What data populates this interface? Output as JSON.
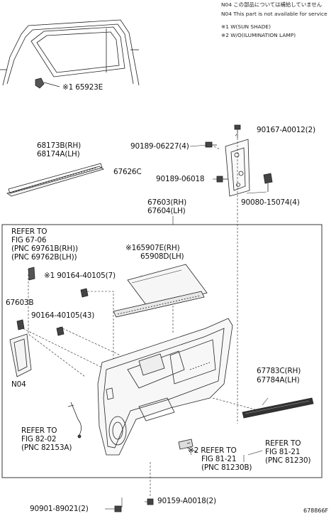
{
  "notes": {
    "line1": "N04 この部品については補給していません",
    "line2": "N04 This part is not available for service",
    "line3": "※1 W(SUN SHADE)",
    "line4": "※2 W/O(ILUMINATION LAMP)"
  },
  "labels": {
    "p65923E": "※1 65923E",
    "p68173B": "68173B(RH)",
    "p68174A": "68174A(LH)",
    "p90167": "90167-A0012(2)",
    "p90189_06227": "90189-06227(4)",
    "p67626C": "67626C",
    "p90189_06018": "90189-06018",
    "p90080": "90080-15074(4)",
    "p67603": "67603(RH)",
    "p67604": "67604(LH)",
    "ref1_a": "REFER TO",
    "ref1_b": "FIG 67-06",
    "ref1_c": "(PNC 69761B(RH))",
    "ref1_d": "(PNC 69762B(LH))",
    "p65907E": "※165907E(RH)",
    "p65908D": "65908D(LH)",
    "p90164_7": "※1 90164-40105(7)",
    "p67603B": "67603B",
    "p90164_43": "90164-40105(43)",
    "pN04": "N04",
    "p67783C": "67783C(RH)",
    "p67784A": "67784A(LH)",
    "ref2_a": "REFER TO",
    "ref2_b": "FIG 82-02",
    "ref2_c": "(PNC 82153A)",
    "ref3_a": "※2 REFER TO",
    "ref3_b": "FIG 81-21",
    "ref3_c": "(PNC 81230B)",
    "ref4_a": "REFER TO",
    "ref4_b": "FIG 81-21",
    "ref4_c": "(PNC 81230)",
    "p90901": "90901-89021(2)",
    "p90159": "90159-A0018(2)",
    "figno": "678866F"
  }
}
